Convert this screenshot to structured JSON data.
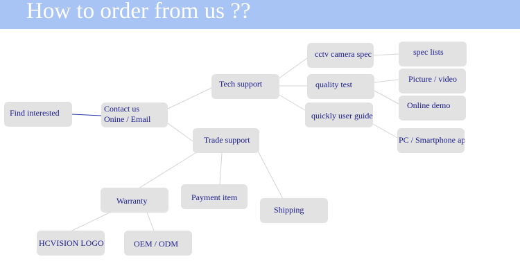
{
  "header": {
    "title": "How to order from us ??"
  },
  "colors": {
    "banner": "#a8c4f5",
    "node_fill": "#e2e2e2",
    "node_text": "#1a1a8c",
    "link_light": "#d4d4d4",
    "link_dark": "#2233aa"
  },
  "nodes": {
    "find_interested": "Find interested",
    "contact_us_line1": "Contact us",
    "contact_us_line2": "Onine / Email",
    "tech_support": "Tech support",
    "trade_support": "Trade support",
    "cctv_camera_spec": "cctv camera spec",
    "quality_test": "quality test",
    "quickly_user_guide": "quickly user guide",
    "spec_lists": "spec lists",
    "picture_video": "Picture / video",
    "online_demo": "Online demo",
    "pc_smartphone_app": "PC / Smartphone app",
    "warranty": "Warranty",
    "payment_item": "Payment item",
    "shipping": "Shipping",
    "hcvision_logo": "HCVISION LOGO",
    "oem_odm": "OEM / ODM"
  }
}
